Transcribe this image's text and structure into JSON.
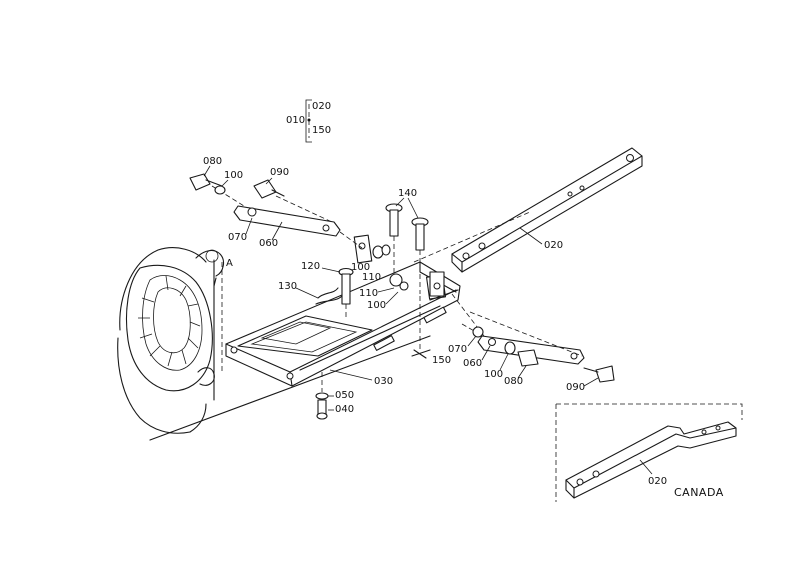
{
  "labels": {
    "l010": "010",
    "l020_top": "020",
    "l150_top": "150",
    "l080_a": "080",
    "l100_a": "100",
    "l090_a": "090",
    "l070_a": "070",
    "l060_a": "060",
    "l140": "140",
    "l020_bar": "020",
    "l120": "120",
    "l100_b": "100",
    "l110_a": "110",
    "l130": "130",
    "l110_b": "110",
    "l100_c": "100",
    "l150_b": "150",
    "l070_b": "070",
    "l060_b": "060",
    "l100_d": "100",
    "l080_b": "080",
    "l090_b": "090",
    "l030": "030",
    "l050": "050",
    "l040": "040",
    "lA": "A",
    "l020_canada": "020",
    "canada": "CANADA"
  }
}
